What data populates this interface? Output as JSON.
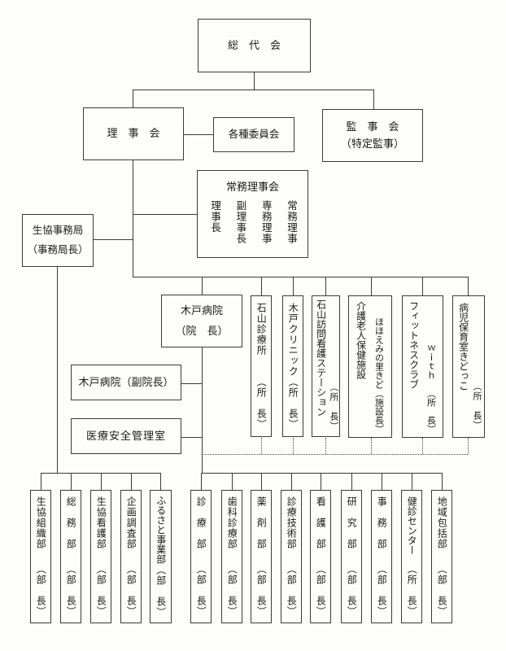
{
  "colors": {
    "background": "#fdfdfb",
    "line": "#3b3b3b",
    "text": "#1a1a1a"
  },
  "boxes": {
    "soudaikai": {
      "label": "総　代　会"
    },
    "rijikai": {
      "label": "理　事　会"
    },
    "iinkai": {
      "label": "各種委員会"
    },
    "kanjikai": {
      "line1": "監　事　会",
      "line2": "（特定監事）"
    },
    "jomurijikai": {
      "title": "常務理事会",
      "roles": [
        "理事長",
        "副理事長",
        "専務理事",
        "常務理事"
      ]
    },
    "jimukyoku": {
      "line1": "生協事務局",
      "line2": "（事務局長）"
    },
    "kido_hospital": {
      "line1": "木戸病院",
      "line2": "（院　長）"
    },
    "kido_fukuincho": {
      "label": "木戸病院（副院長）"
    },
    "anzen_kanri": {
      "label": "医療安全管理室"
    }
  },
  "facilities": [
    {
      "name": "石山診療所",
      "name2": "",
      "suffix": "（所　長）"
    },
    {
      "name": "木戸クリニック",
      "name2": "",
      "suffix": "（所　長）"
    },
    {
      "name": "石山訪問看護ステーション",
      "name2": "",
      "suffix": "（所　長）"
    },
    {
      "name": "介護老人保健施設",
      "name2": "ほほえみの里きど",
      "suffix": "（施設長）"
    },
    {
      "name": "フィットネスクラブ",
      "name2": "ｗｉｔｈ",
      "suffix": "（所　長）"
    },
    {
      "name": "病児保育室きどっこ",
      "name2": "",
      "suffix": "（所　長）"
    }
  ],
  "departments_left": [
    {
      "name": "生協組織部",
      "suffix": "（部　長）"
    },
    {
      "name": "総　務　部",
      "suffix": "（部　長）"
    },
    {
      "name": "生協看護部",
      "suffix": "（部　長）"
    },
    {
      "name": "企画調査部",
      "suffix": "（部　長）"
    },
    {
      "name": "ふるさと事業部",
      "suffix": "（部　長）"
    }
  ],
  "departments_right": [
    {
      "name": "診　療　部",
      "suffix": "（部　長）"
    },
    {
      "name": "歯科診療部",
      "suffix": "（部　長）"
    },
    {
      "name": "薬　剤　部",
      "suffix": "（部　長）"
    },
    {
      "name": "診療技術部",
      "suffix": "（部　長）"
    },
    {
      "name": "看　護　部",
      "suffix": "（部　長）"
    },
    {
      "name": "研　究　部",
      "suffix": "（部　長）"
    },
    {
      "name": "事　務　部",
      "suffix": "（部　長）"
    },
    {
      "name": "健診センター",
      "suffix": "（所　長）"
    },
    {
      "name": "地域包括部",
      "suffix": "（部　長）"
    }
  ]
}
